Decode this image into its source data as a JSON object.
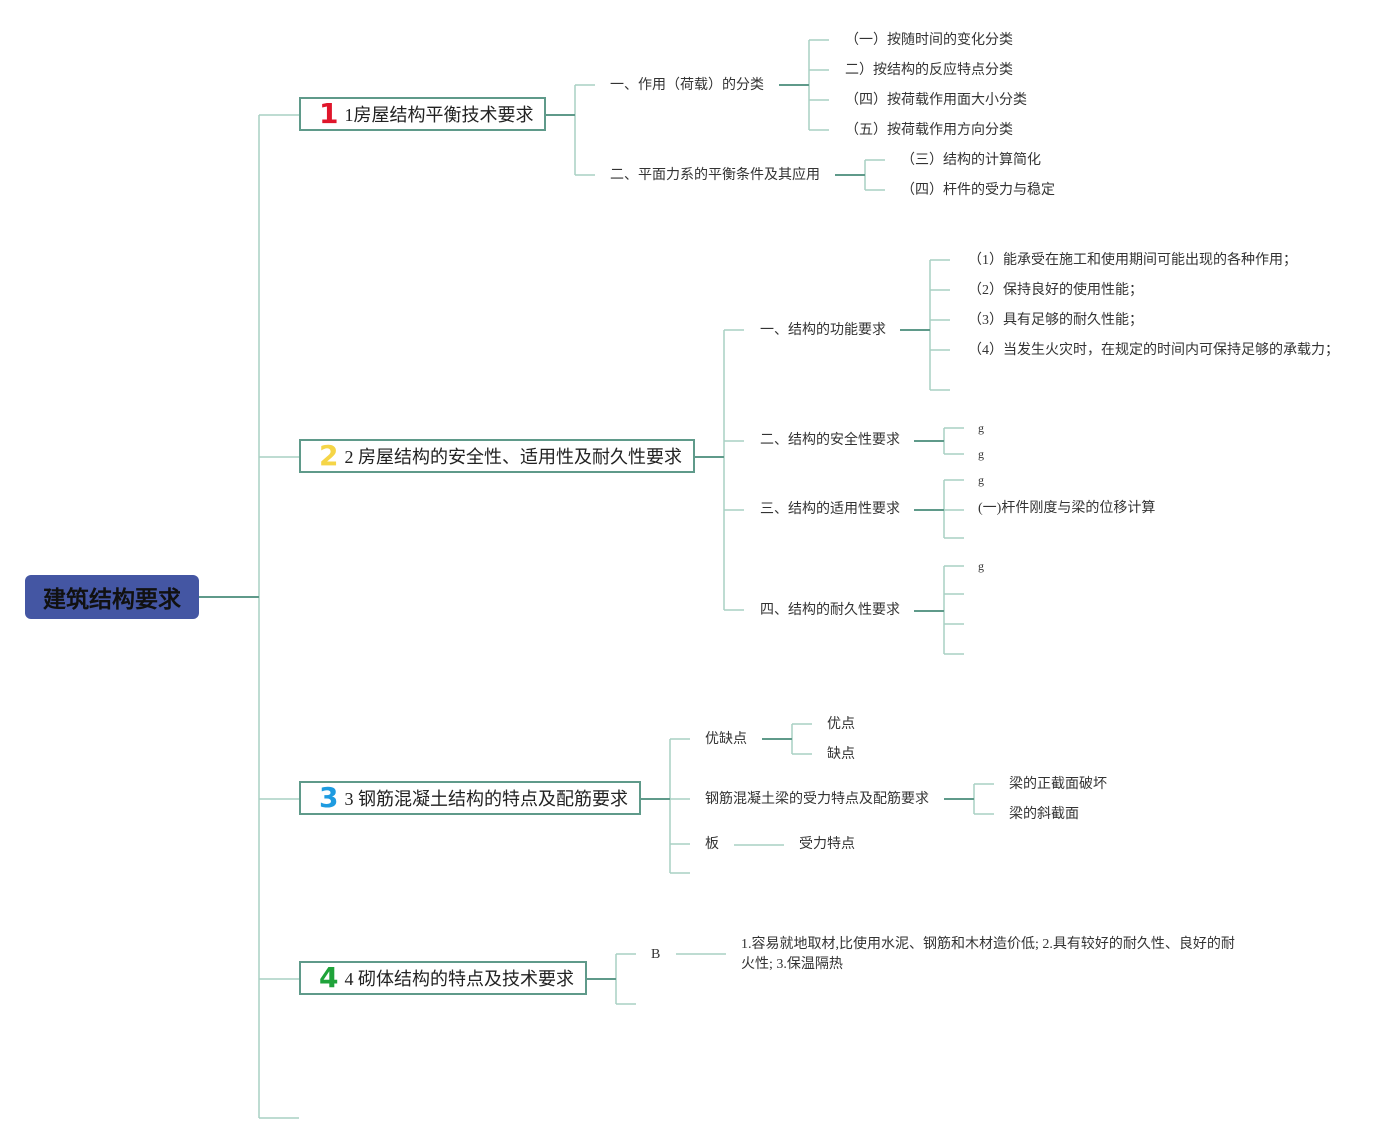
{
  "root": {
    "label": "建筑结构要求",
    "color": "#4456a3"
  },
  "colors": {
    "line_light": "#a9d0c4",
    "line_dark": "#5f9a8a",
    "num1": "#e0162b",
    "num2": "#f5d547",
    "num3": "#1e9be0",
    "num4": "#1fa33a"
  },
  "branches": [
    {
      "number": "1",
      "label": "1房屋结构平衡技术要求",
      "children": [
        {
          "label": "一、作用（荷载）的分类",
          "children": [
            "（一）按随时间的变化分类",
            "二）按结构的反应特点分类",
            "（四）按荷载作用面大小分类",
            "（五）按荷载作用方向分类"
          ]
        },
        {
          "label": "二、平面力系的平衡条件及其应用",
          "children": [
            "（三）结构的计算简化",
            "（四）杆件的受力与稳定"
          ]
        }
      ]
    },
    {
      "number": "2",
      "label": "2 房屋结构的安全性、适用性及耐久性要求",
      "children": [
        {
          "label": "一、结构的功能要求",
          "children": [
            "（1）能承受在施工和使用期间可能出现的各种作用；",
            "（2）保持良好的使用性能；",
            "（3）具有足够的耐久性能；",
            "（4）当发生火灾时，在规定的时间内可保持足够的承载力；"
          ]
        },
        {
          "label": "二、结构的安全性要求",
          "children": [
            "g",
            "g"
          ]
        },
        {
          "label": "三、结构的适用性要求",
          "children": [
            "g",
            "(一)杆件刚度与梁的位移计算"
          ]
        },
        {
          "label": "四、结构的耐久性要求",
          "children": [
            "g"
          ]
        }
      ]
    },
    {
      "number": "3",
      "label": "3 钢筋混凝土结构的特点及配筋要求",
      "children": [
        {
          "label": "优缺点",
          "children": [
            "优点",
            "缺点"
          ]
        },
        {
          "label": "钢筋混凝土梁的受力特点及配筋要求",
          "children": [
            "梁的正截面破坏",
            "梁的斜截面"
          ]
        },
        {
          "label": "板",
          "children": [
            "受力特点"
          ]
        }
      ]
    },
    {
      "number": "4",
      "label": "4 砌体结构的特点及技术要求",
      "children": [
        {
          "label": "B",
          "children": [
            "1.容易就地取材,比使用水泥、钢筋和木材造价低; 2.具有较好的耐久性、良好的耐火性; 3.保温隔热"
          ]
        }
      ]
    }
  ]
}
